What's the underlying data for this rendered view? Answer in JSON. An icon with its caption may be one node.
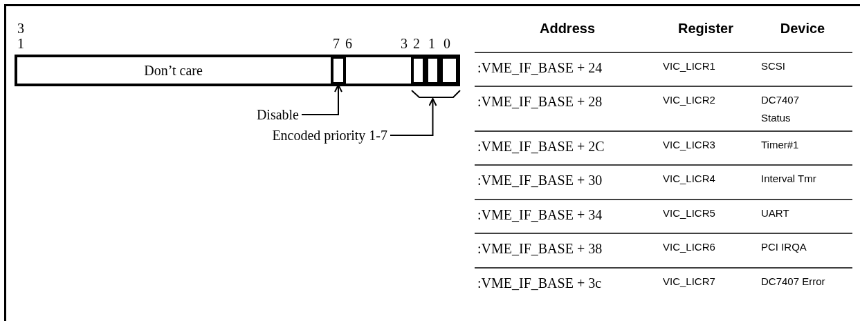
{
  "diagram": {
    "nodes": [
      {
        "text": [
          "Don’t care"
        ]
      },
      {
        "text": [],
        "shape": "box"
      },
      {
        "text": [],
        "shape": "box"
      },
      {
        "text": [],
        "shape": "box"
      },
      {
        "text": [],
        "shape": "box"
      },
      {
        "text": [
          "Disable"
        ]
      },
      {
        "text": [
          "Encoded priority 1-7"
        ]
      }
    ],
    "edges": [
      {
        "from": 5,
        "to": 1,
        "arrow": "to"
      },
      {
        "from": 6,
        "to": 3,
        "arrow": "to"
      }
    ],
    "labels": [
      "3",
      "1",
      "7",
      "6",
      "3",
      "2",
      "1",
      "0",
      "Address",
      "Register",
      "Device",
      ":VME_IF_BASE + 24",
      "VIC_LICR1",
      "SCSI",
      ":VME_IF_BASE + 28",
      "VIC_LICR2",
      "DC7407 Status",
      ":VME_IF_BASE + 2C",
      "VIC_LICR3",
      "Timer#1",
      ":VME_IF_BASE + 30",
      "VIC_LICR4",
      "Interval Tmr",
      ":VME_IF_BASE + 34",
      "VIC_LICR5",
      "UART",
      ":VME_IF_BASE + 38",
      "VIC_LICR6",
      "PCI IRQA",
      ":VME_IF_BASE + 3c",
      "VIC_LICR7",
      "DC7407 Error"
    ]
  }
}
